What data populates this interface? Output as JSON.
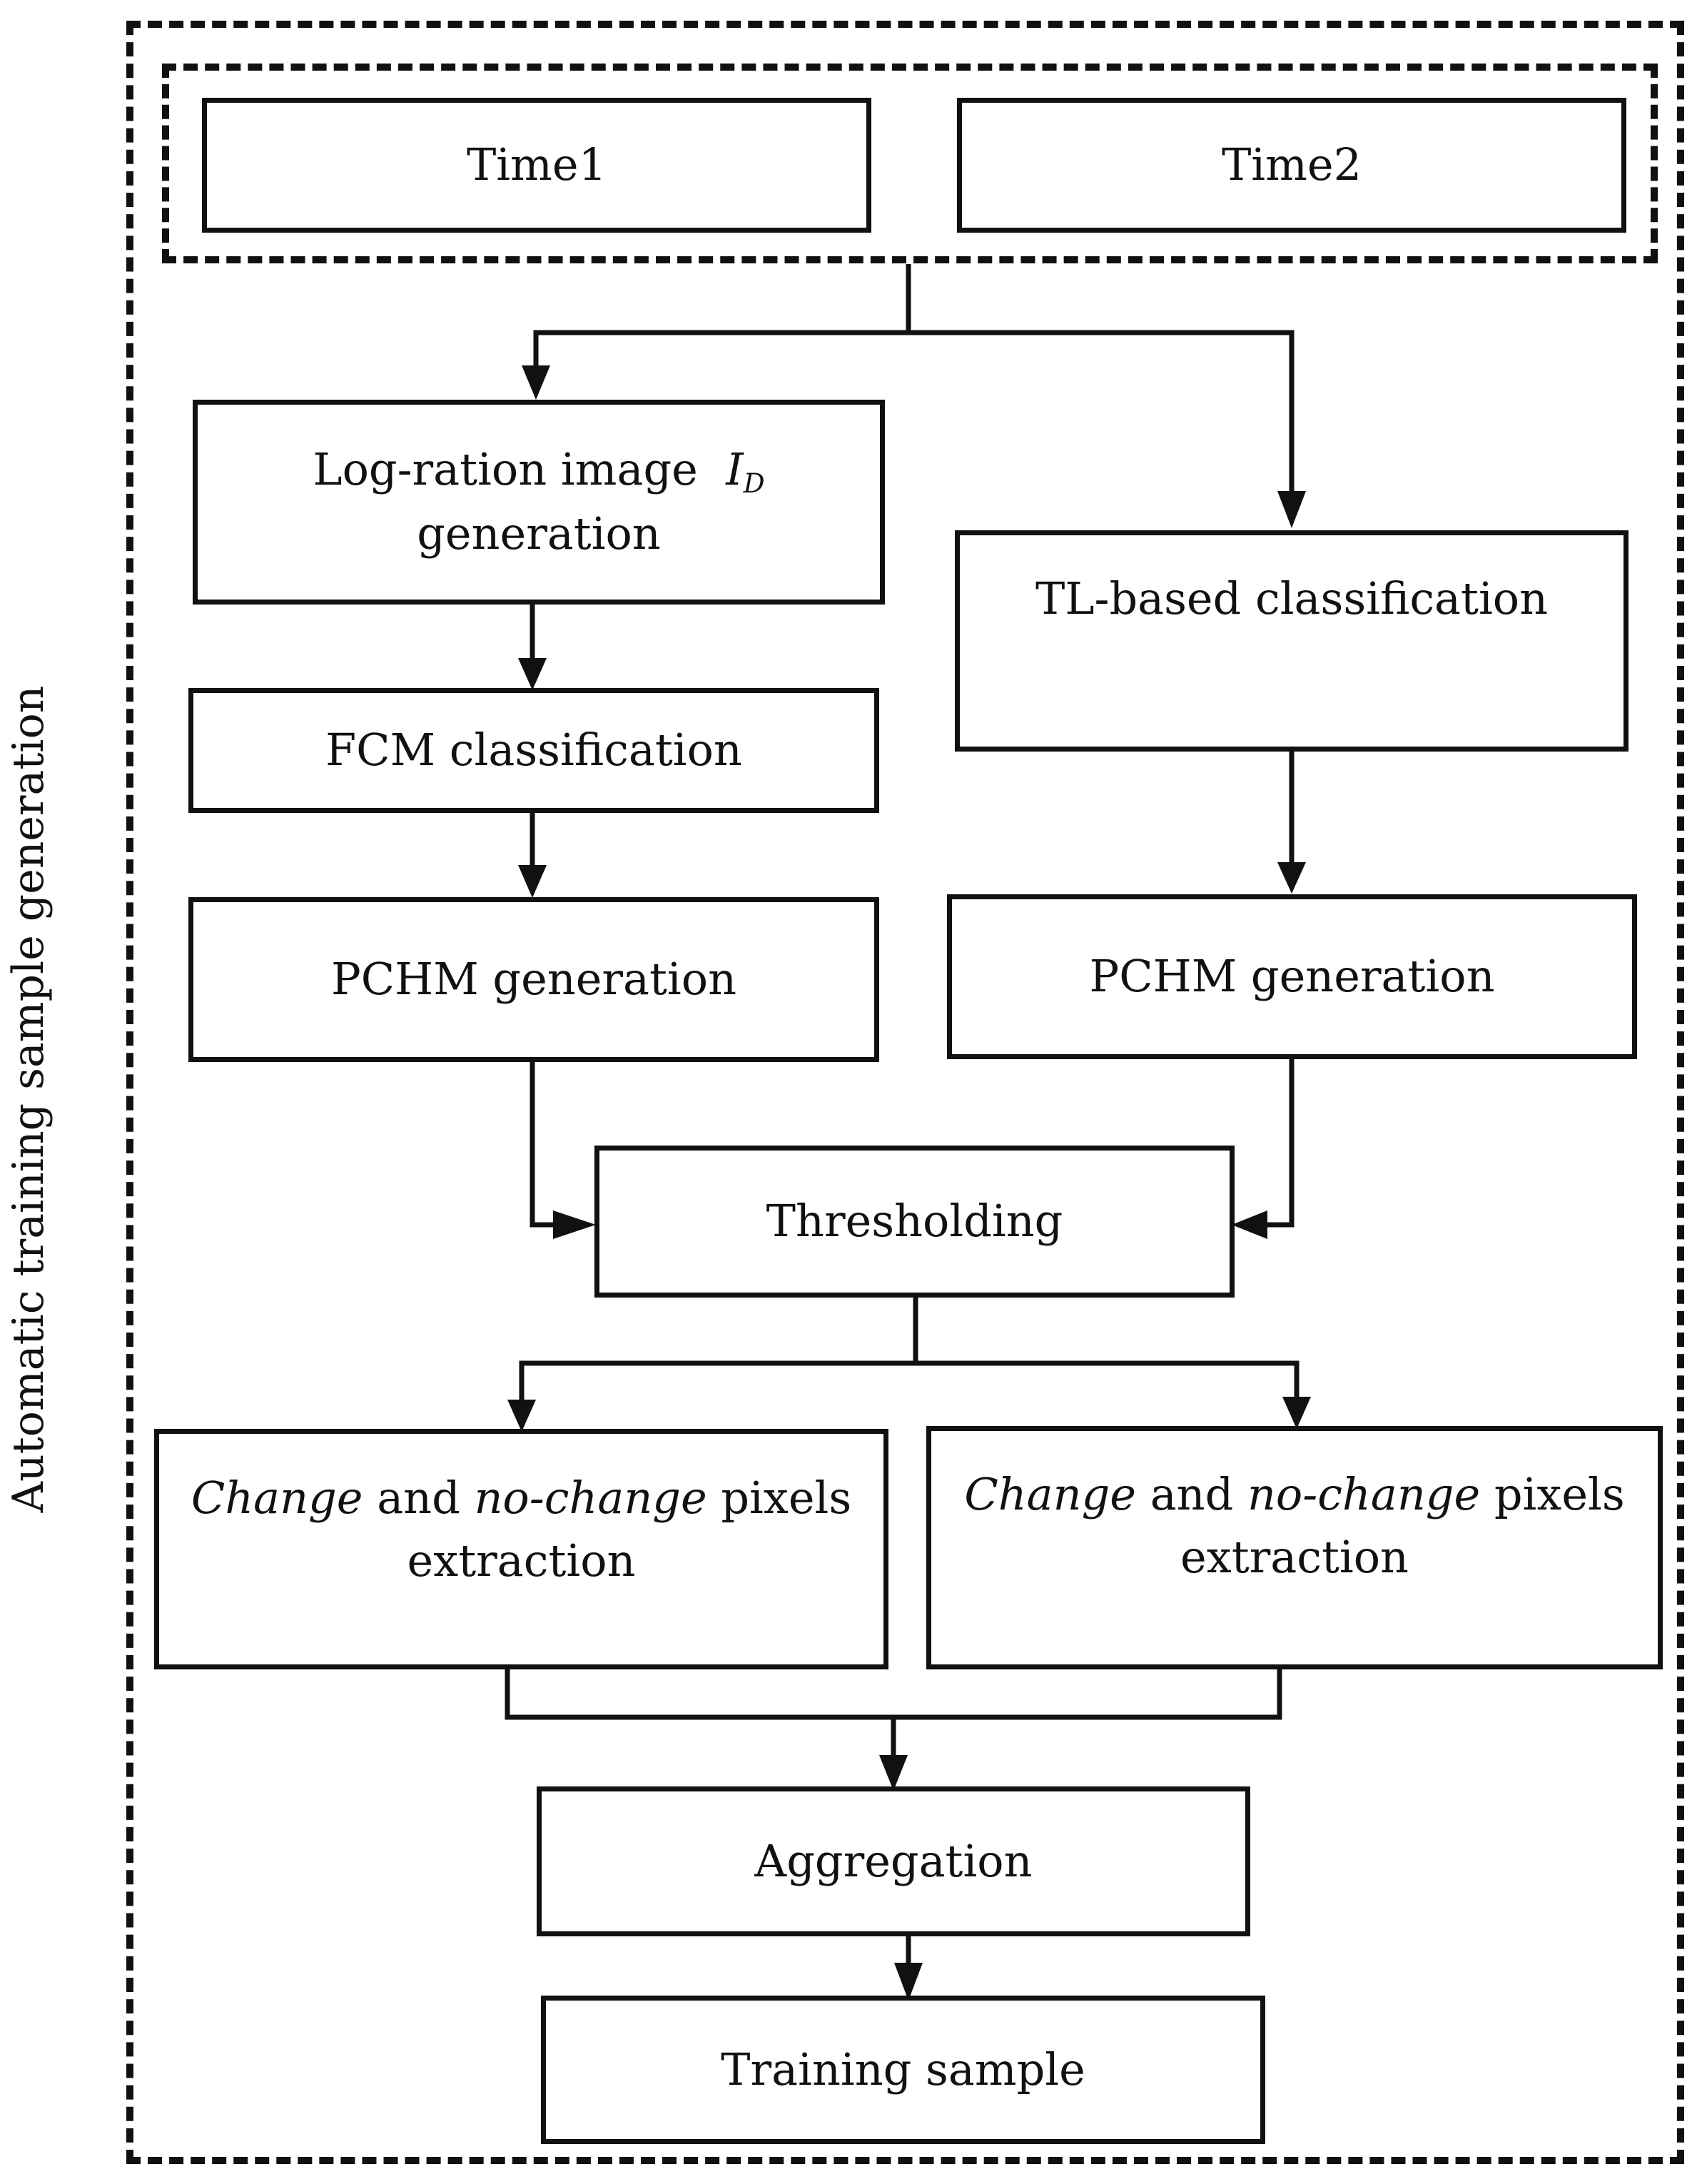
{
  "outer_label": "Automatic training sample generation",
  "nodes": {
    "time1": "Time1",
    "time2": "Time2",
    "logratio": {
      "line1": "Log-ration image",
      "symbol": "I",
      "subscript": "D",
      "line2": "generation"
    },
    "fcm": "FCM classification",
    "tl": "TL-based classification",
    "pchm_left": "PCHM generation",
    "pchm_right": "PCHM generation",
    "thresholding": "Thresholding",
    "extract_left": {
      "change": "Change",
      "and": "and",
      "nochange": "no-change",
      "pixels": "pixels",
      "line2": "extraction"
    },
    "extract_right": {
      "change": "Change",
      "and": "and",
      "nochange": "no-change",
      "pixels": "pixels",
      "line2": "extraction"
    },
    "aggregation": "Aggregation",
    "training": "Training sample"
  },
  "colors": {
    "stroke": "#111111",
    "background": "#ffffff"
  }
}
